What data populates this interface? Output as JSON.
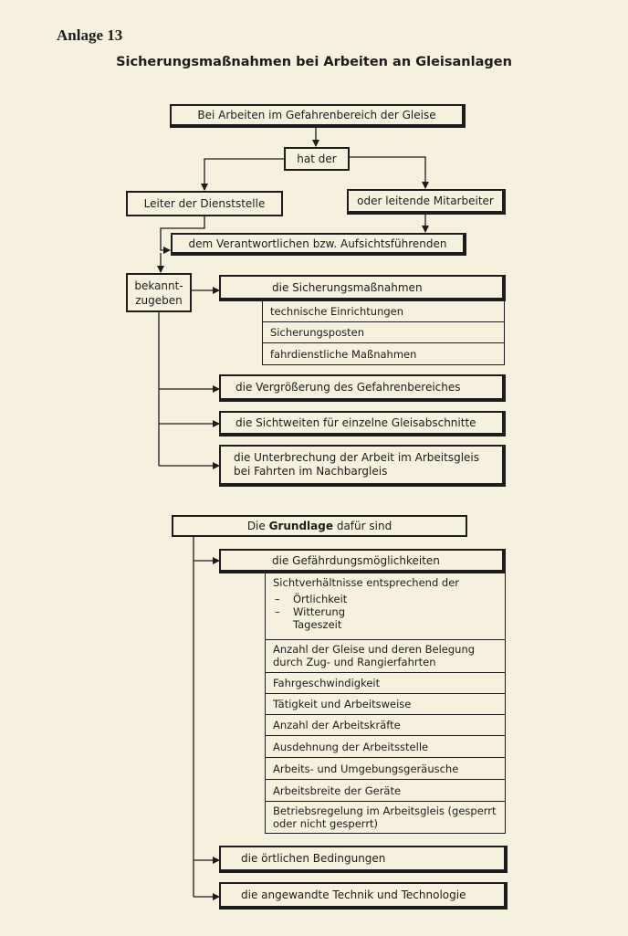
{
  "header": {
    "appendix": "Anlage 13",
    "title": "Sicherungsmaßnahmen bei Arbeiten an Gleisanlagen"
  },
  "part1": {
    "box_start": "Bei Arbeiten im Gefahrenbereich der Gleise",
    "box_hat_der": "hat der",
    "box_leiter": "Leiter der Dienststelle",
    "box_mitarbeiter": "oder leitende Mitarbeiter",
    "box_verantwortlich": "dem Verantwortlichen bzw. Aufsichtsführenden",
    "box_bekanntzugeben": "bekannt-zugeben",
    "box_sicherungsmassnahmen": "die Sicherungsmaßnahmen",
    "sicherung_items": [
      "technische Einrichtungen",
      "Sicherungsposten",
      "fahrdienstliche Maßnahmen"
    ],
    "box_vergroesserung": "die Vergrößerung des Gefahrenbereiches",
    "box_sichtweiten": "die Sichtweiten für einzelne Gleisabschnitte",
    "box_unterbrechung": "die Unterbrechung der Arbeit im Arbeitsgleis bei Fahrten im Nachbargleis"
  },
  "part2": {
    "grundlage_prefix": "Die",
    "grundlage_bold": "Grundlage",
    "grundlage_suffix": "dafür sind",
    "box_gefaehrdung": "die Gefährdungsmöglichkeiten",
    "sicht_heading": "Sichtverhältnisse entsprechend der",
    "sicht_items": [
      {
        "dash": "–",
        "text": "Örtlichkeit"
      },
      {
        "dash": "–",
        "text": "Witterung"
      },
      {
        "dash": "",
        "text": "Tageszeit"
      }
    ],
    "gefaehrdung_items": [
      "Anzahl der Gleise und deren Belegung durch Zug- und Rangierfahrten",
      "Fahrgeschwindigkeit",
      "Tätigkeit und Arbeitsweise",
      "Anzahl der Arbeitskräfte",
      "Ausdehnung der Arbeitsstelle",
      "Arbeits- und Umgebungsgeräusche",
      "Arbeitsbreite der Geräte",
      "Betriebsregelung im Arbeitsgleis (gesperrt oder nicht gesperrt)"
    ],
    "box_oertlich": "die örtlichen Bedingungen",
    "box_technik": "die angewandte Technik und Technologie"
  }
}
